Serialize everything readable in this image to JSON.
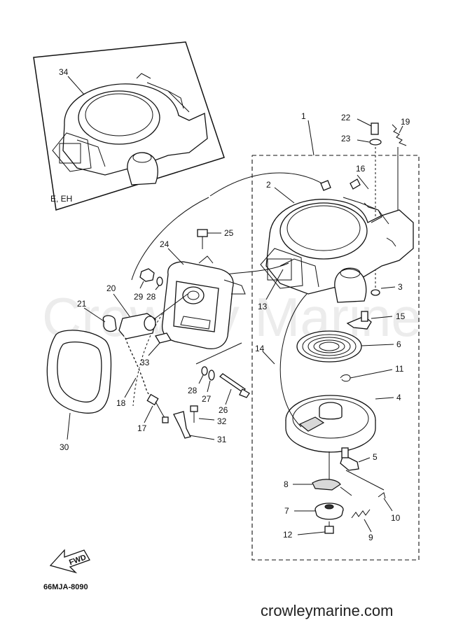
{
  "watermark": "Crowley Marine",
  "footer_url": "crowleymarine.com",
  "diagram_code": "66MJA-8090",
  "inset_label": "E, EH",
  "fwd_label": "FWD",
  "callouts": {
    "p1": "1",
    "p2": "2",
    "p3": "3",
    "p4": "4",
    "p5": "5",
    "p6": "6",
    "p7": "7",
    "p8": "8",
    "p9": "9",
    "p10": "10",
    "p11": "11",
    "p12": "12",
    "p13": "13",
    "p14": "14",
    "p15": "15",
    "p16": "16",
    "p17": "17",
    "p18": "18",
    "p19": "19",
    "p20": "20",
    "p21": "21",
    "p22": "22",
    "p23": "23",
    "p24": "24",
    "p25": "25",
    "p26": "26",
    "p27": "27",
    "p28a": "28",
    "p28b": "28",
    "p29": "29",
    "p30": "30",
    "p31": "31",
    "p32": "32",
    "p33": "33",
    "p34": "34"
  }
}
